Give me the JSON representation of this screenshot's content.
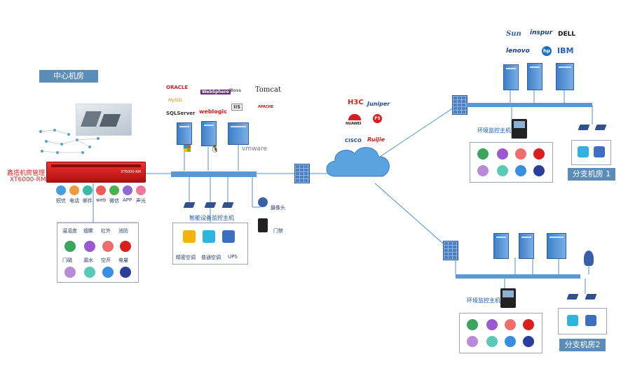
{
  "central_room": {
    "title": "中心机房",
    "device_name": "鑫塔机房管理",
    "device_model": "XT6000-RM",
    "device_badge": "XT6000-RM",
    "alert_channels": [
      "短信",
      "电话",
      "邮件",
      "web",
      "微信",
      "APP",
      "声光"
    ],
    "sensors": [
      "温湿度",
      "烟雾",
      "红外",
      "消防",
      "门磁",
      "漏水",
      "空开",
      "电量"
    ]
  },
  "smart_equipment": {
    "title": "智能设备监控主机",
    "devices": [
      "精密空调",
      "普通空调",
      "UPS"
    ]
  },
  "camera_label": "摄像头",
  "access_label": "门禁",
  "software_brands": [
    "ORACLE",
    "WebSphere",
    "JBoss",
    "Tomcat",
    "MySQL",
    "IIS",
    "APACHE",
    "SQLServer",
    "weblogic"
  ],
  "os_brands": [
    "vmware"
  ],
  "network_brands": [
    "H3C",
    "Juniper",
    "HUAWEI",
    "F5",
    "CISCO",
    "Ruijie"
  ],
  "server_brands": [
    "Sun",
    "inspur",
    "DELL",
    "lenovo",
    "hp",
    "IBM"
  ],
  "branch1": {
    "title": "分支机房 1",
    "host": "环境监控主机"
  },
  "branch2": {
    "title": "分支机房2",
    "host": "环境监控主机"
  },
  "colors": {
    "accent": "#5b8db8",
    "link": "#4f8fd4",
    "brand_red": "#d81e1e",
    "device_red": "#d83a3a"
  }
}
